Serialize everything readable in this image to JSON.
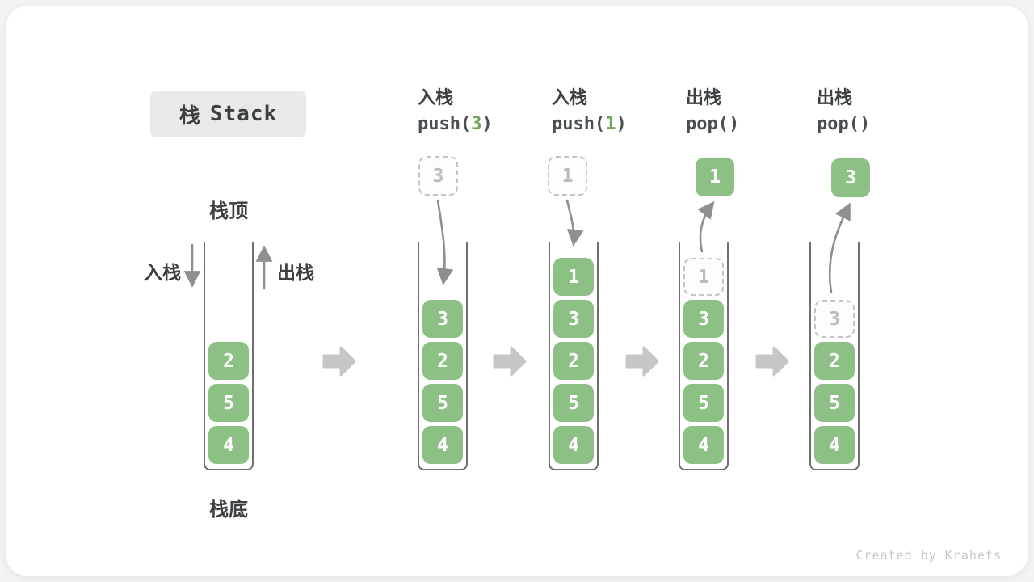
{
  "title": {
    "zh": "栈",
    "en": "Stack"
  },
  "footer": {
    "credit": "Created by Krahets"
  },
  "stack_labels": {
    "top": "栈顶",
    "bottom": "栈底",
    "push": "入栈",
    "pop": "出栈"
  },
  "columns": [
    {
      "op": "入栈",
      "code_pre": "push(",
      "code_arg": "3",
      "code_post": ")"
    },
    {
      "op": "入栈",
      "code_pre": "push(",
      "code_arg": "1",
      "code_post": ")"
    },
    {
      "op": "出栈",
      "code_pre": "pop()",
      "code_arg": "",
      "code_post": ""
    },
    {
      "op": "出栈",
      "code_pre": "pop()",
      "code_arg": "",
      "code_post": ""
    }
  ],
  "stacks": [
    {
      "cells": [
        {
          "v": "2"
        },
        {
          "v": "5"
        },
        {
          "v": "4"
        }
      ]
    },
    {
      "incoming": "3",
      "cells": [
        {
          "v": "3"
        },
        {
          "v": "2"
        },
        {
          "v": "5"
        },
        {
          "v": "4"
        }
      ]
    },
    {
      "incoming": "1",
      "cells": [
        {
          "v": "1"
        },
        {
          "v": "3"
        },
        {
          "v": "2"
        },
        {
          "v": "5"
        },
        {
          "v": "4"
        }
      ]
    },
    {
      "popped": "1",
      "ghost": "1",
      "cells": [
        {
          "v": "3"
        },
        {
          "v": "2"
        },
        {
          "v": "5"
        },
        {
          "v": "4"
        }
      ]
    },
    {
      "popped": "3",
      "ghost": "3",
      "cells": [
        {
          "v": "2"
        },
        {
          "v": "5"
        },
        {
          "v": "4"
        }
      ]
    }
  ],
  "colors": {
    "cell_green": "#8cc084",
    "arg_green": "#6ea55a",
    "frame_gray": "#6f6f6f",
    "arrow_gray": "#8f8f8f",
    "block_arrow_gray": "#c6c6c6",
    "dashed_gray": "#c4c4c4"
  },
  "icons": {
    "step_arrow": "right-block-arrow",
    "push_arrow": "down-arrow",
    "pop_arrow": "up-arrow"
  }
}
